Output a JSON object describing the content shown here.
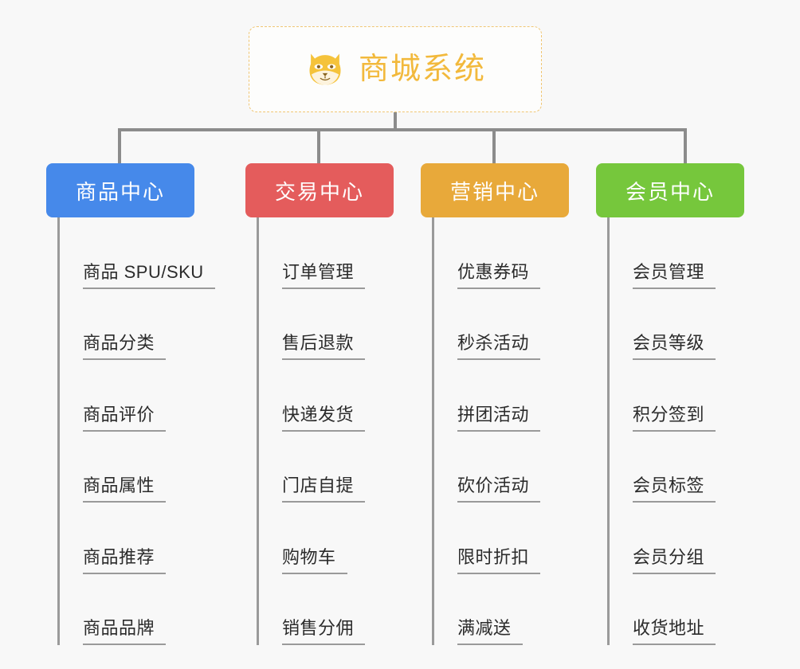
{
  "background_color": "#f8f8f8",
  "root": {
    "title": "商城系统",
    "icon": "shiba-dog-emoji",
    "text_color": "#f2b93c",
    "border_color": "#f0c674",
    "background_color": "#fdfdfc"
  },
  "connector_color": "#8c8c8c",
  "columns": [
    {
      "title": "商品中心",
      "color": "#4689ea",
      "items": [
        "商品 SPU/SKU",
        "商品分类",
        "商品评价",
        "商品属性",
        "商品推荐",
        "商品品牌"
      ]
    },
    {
      "title": "交易中心",
      "color": "#e45c5c",
      "items": [
        "订单管理",
        "售后退款",
        "快递发货",
        "门店自提",
        "购物车",
        "销售分佣"
      ]
    },
    {
      "title": "营销中心",
      "color": "#e8a93a",
      "items": [
        "优惠券码",
        "秒杀活动",
        "拼团活动",
        "砍价活动",
        "限时折扣",
        "满减送"
      ]
    },
    {
      "title": "会员中心",
      "color": "#76c73c",
      "items": [
        "会员管理",
        "会员等级",
        "积分签到",
        "会员标签",
        "会员分组",
        "收货地址"
      ]
    }
  ]
}
